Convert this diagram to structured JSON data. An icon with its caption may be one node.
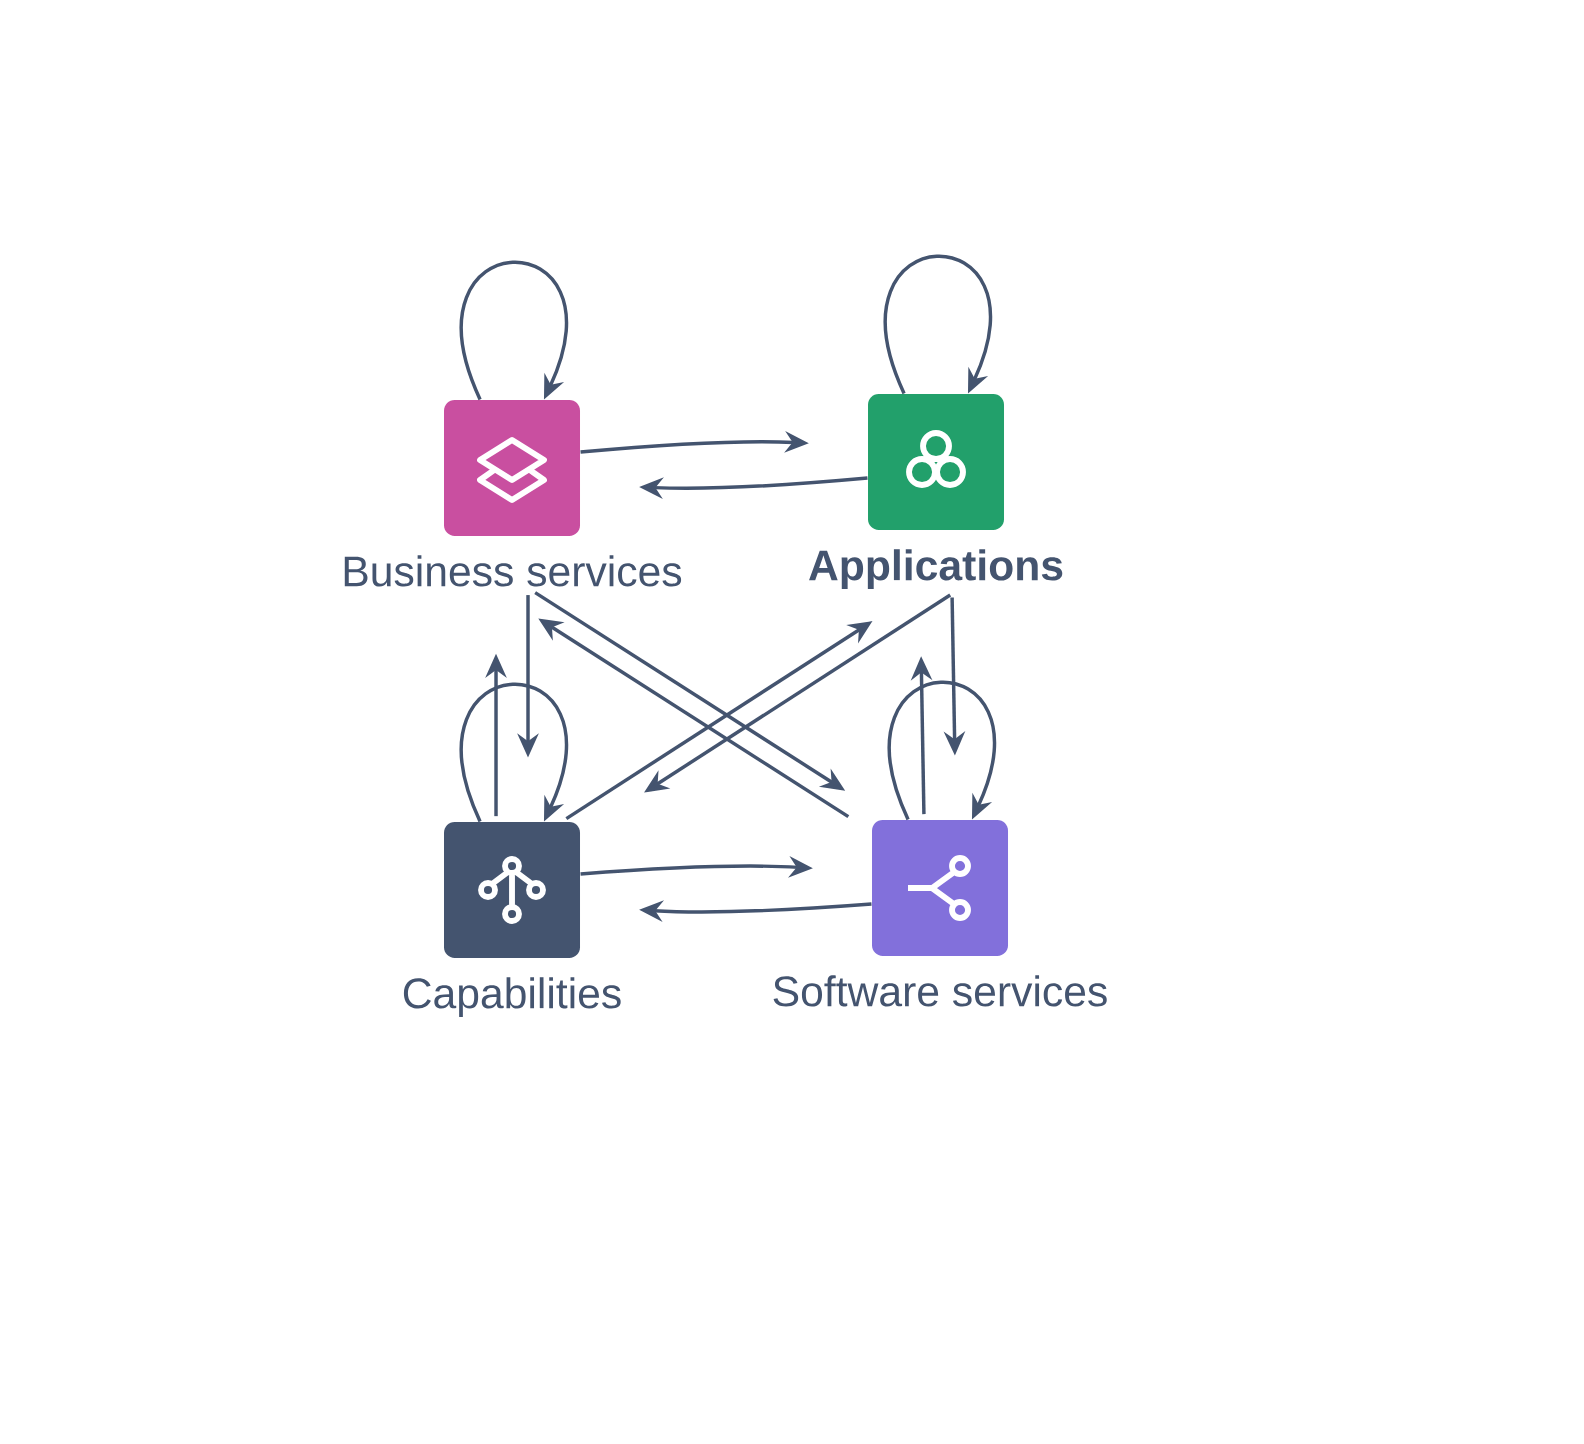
{
  "diagram": {
    "nodes": [
      {
        "text": [
          "Business services"
        ]
      },
      {
        "text": [
          "Applications"
        ]
      },
      {
        "text": [
          "Capabilities"
        ]
      },
      {
        "text": [
          "Software services"
        ]
      }
    ],
    "edges": [
      {
        "from": 0,
        "to": 0,
        "arrow": "to"
      },
      {
        "from": 1,
        "to": 1,
        "arrow": "to"
      },
      {
        "from": 2,
        "to": 2,
        "arrow": "to"
      },
      {
        "from": 3,
        "to": 3,
        "arrow": "to"
      },
      {
        "from": 0,
        "to": 1,
        "arrow": "to"
      },
      {
        "from": 1,
        "to": 0,
        "arrow": "to"
      },
      {
        "from": 2,
        "to": 3,
        "arrow": "to"
      },
      {
        "from": 3,
        "to": 2,
        "arrow": "to"
      },
      {
        "from": 0,
        "to": 2,
        "arrow": "to"
      },
      {
        "from": 2,
        "to": 0,
        "arrow": "to"
      },
      {
        "from": 1,
        "to": 3,
        "arrow": "to"
      },
      {
        "from": 3,
        "to": 1,
        "arrow": "to"
      },
      {
        "from": 0,
        "to": 3,
        "arrow": "to"
      },
      {
        "from": 3,
        "to": 0,
        "arrow": "to"
      },
      {
        "from": 1,
        "to": 2,
        "arrow": "to"
      },
      {
        "from": 2,
        "to": 1,
        "arrow": "to"
      }
    ]
  }
}
